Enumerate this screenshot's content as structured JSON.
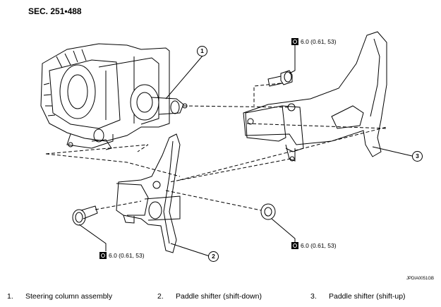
{
  "section_title": "SEC. 251•488",
  "torque_specs": {
    "top": "6.0 (0.61, 53)",
    "bottom_left": "6.0 (0.61, 53)",
    "bottom_right": "6.0 (0.61, 53)"
  },
  "callouts": [
    "1",
    "2",
    "3"
  ],
  "figure_code": "JPDIA0051GB",
  "legend": [
    {
      "number": "1.",
      "label": "Steering column assembly"
    },
    {
      "number": "2.",
      "label": "Paddle shifter (shift-down)"
    },
    {
      "number": "3.",
      "label": "Paddle shifter (shift-up)"
    }
  ]
}
